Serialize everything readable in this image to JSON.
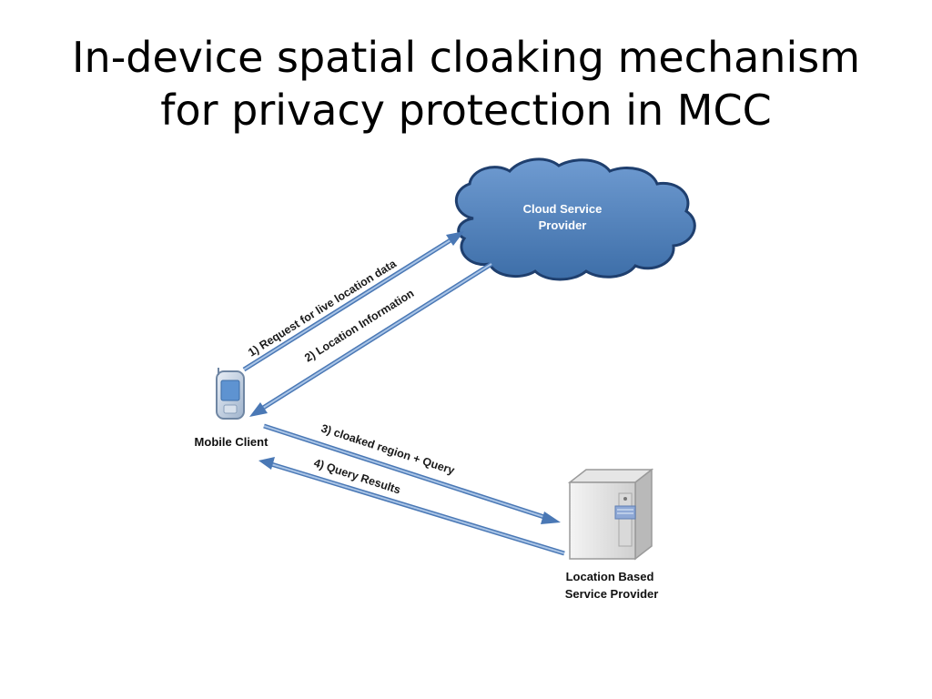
{
  "title": {
    "line1": "In-device spatial cloaking mechanism",
    "line2": "for privacy protection in MCC"
  },
  "nodes": {
    "cloud": {
      "line1": "Cloud Service",
      "line2": "Provider",
      "icon": "cloud-icon"
    },
    "mobile": {
      "label": "Mobile Client",
      "icon": "mobile-phone-icon"
    },
    "server": {
      "line1": "Location Based",
      "line2": "Service Provider",
      "icon": "server-icon"
    }
  },
  "arrows": {
    "a1": "1) Request for live location data",
    "a2": "2) Location Information",
    "a3": "3) cloaked  region + Query",
    "a4": "4) Query Results"
  },
  "colors": {
    "cloud_fill": "#4f81bd",
    "cloud_stroke": "#1f3f6e",
    "arrow": "#7fa7d6",
    "arrow_stroke": "#4a78b5"
  }
}
